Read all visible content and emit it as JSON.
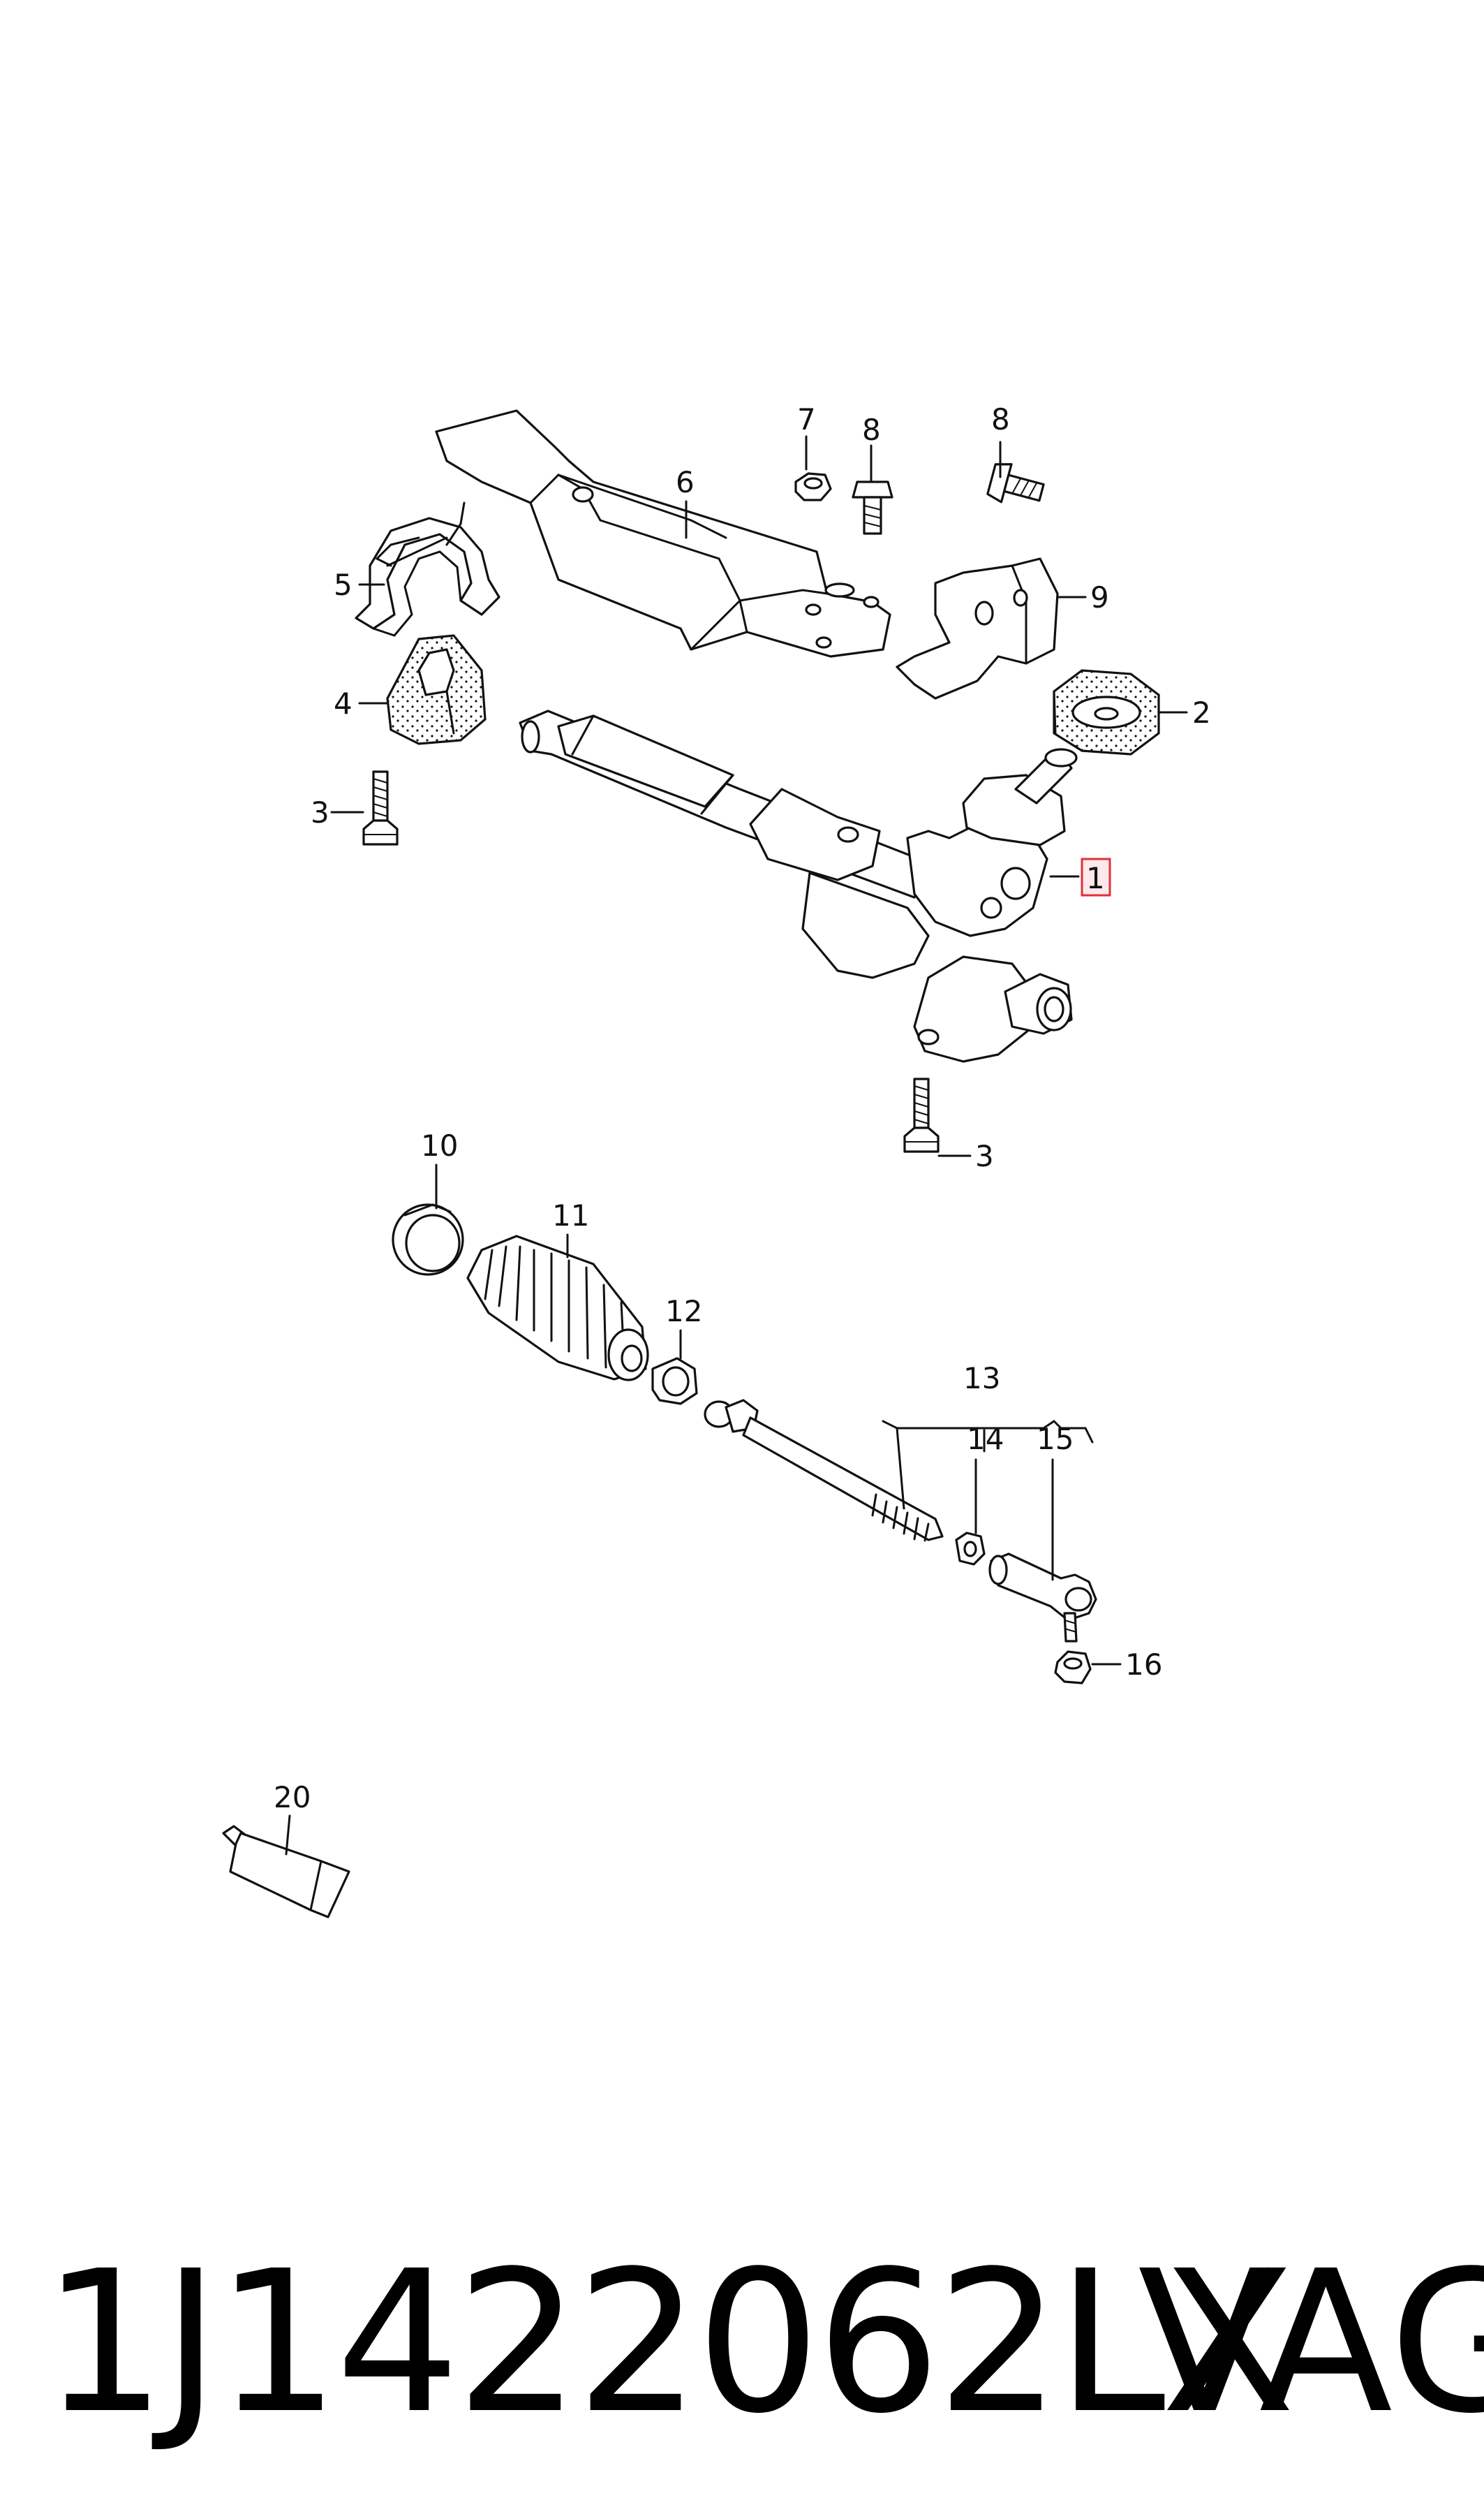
{
  "callouts": [
    "1",
    "2",
    "3",
    "3",
    "4",
    "5",
    "6",
    "7",
    "8",
    "8",
    "9",
    "10",
    "11",
    "12",
    "13",
    "14",
    "15",
    "16",
    "20"
  ],
  "part_number": "1J1422062LX",
  "brand": "VAG",
  "colors": {
    "line": "#111111",
    "highlight_box": "#e0303a",
    "highlight_fill": "#fde8ea"
  }
}
